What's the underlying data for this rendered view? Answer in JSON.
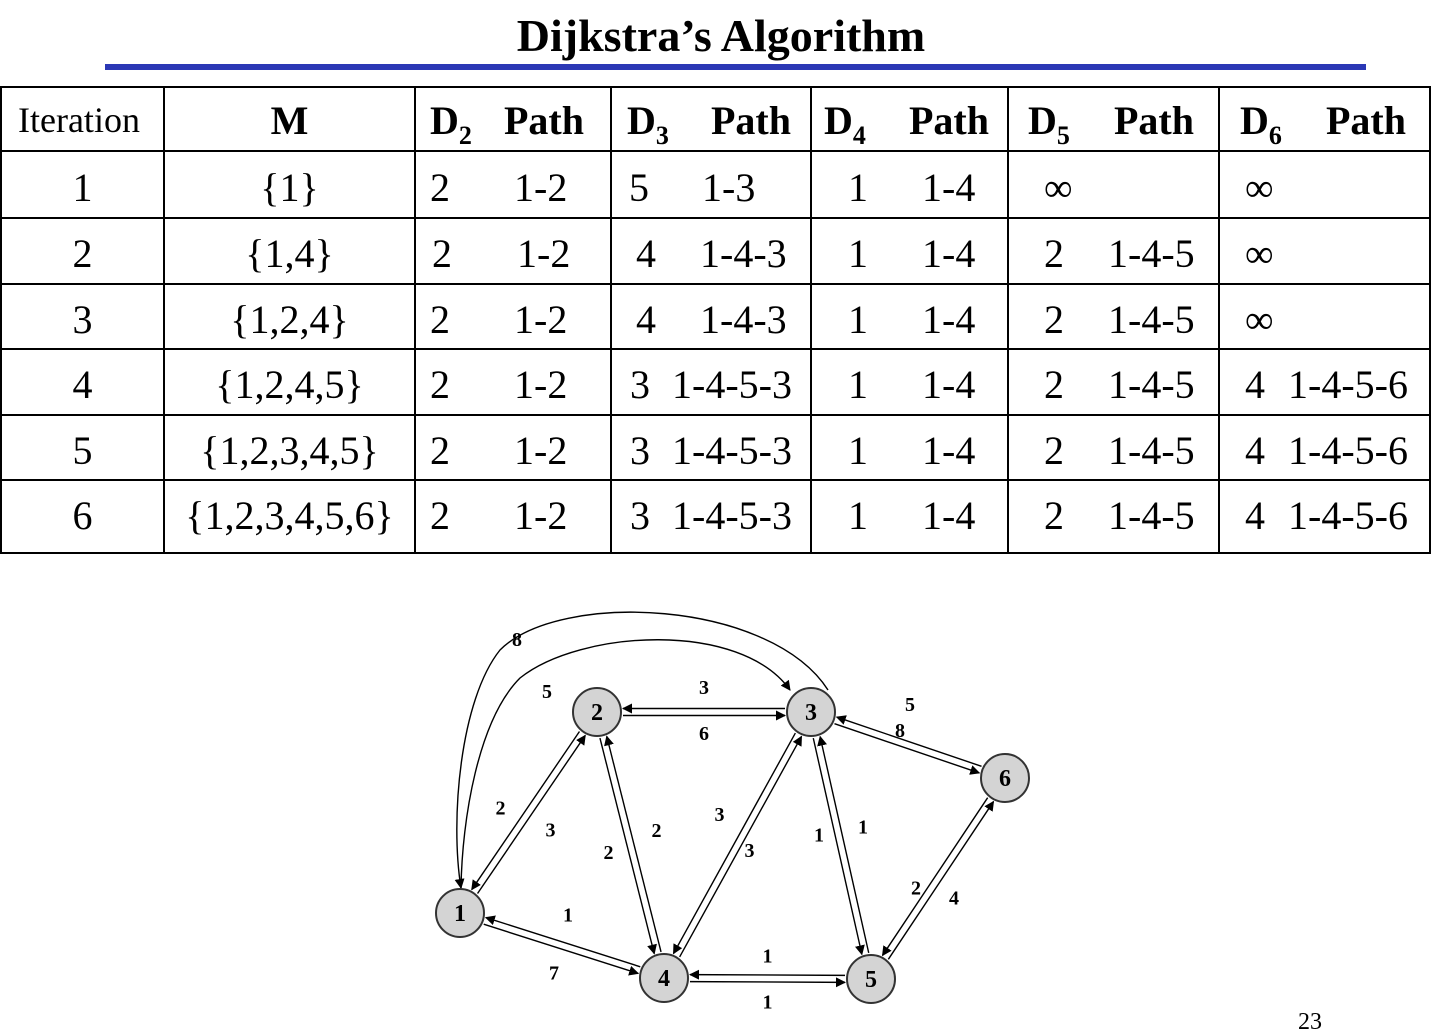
{
  "title": "Dijkstra’s Algorithm",
  "colors": {
    "title_rule": "#2b38b5",
    "node_fill": "#d4d4d4",
    "text": "#000000"
  },
  "table": {
    "headers": {
      "iteration": "Iteration",
      "m": "M",
      "d2": "D",
      "d2_sub": "2",
      "d3": "D",
      "d3_sub": "3",
      "d4": "D",
      "d4_sub": "4",
      "d5": "D",
      "d5_sub": "5",
      "d6": "D",
      "d6_sub": "6",
      "path": "Path"
    },
    "rows": [
      {
        "iter": "1",
        "m": "{1}",
        "d2": "2",
        "p2": "1-2",
        "d3": "5",
        "p3": "1-3",
        "d4": "1",
        "p4": "1-4",
        "d5": "∞",
        "p5": "",
        "d6": "∞",
        "p6": ""
      },
      {
        "iter": "2",
        "m": "{1,4}",
        "d2": "2",
        "p2": "1-2",
        "d3": "4",
        "p3": "1-4-3",
        "d4": "1",
        "p4": "1-4",
        "d5": "2",
        "p5": "1-4-5",
        "d6": "∞",
        "p6": ""
      },
      {
        "iter": "3",
        "m": "{1,2,4}",
        "d2": "2",
        "p2": "1-2",
        "d3": "4",
        "p3": "1-4-3",
        "d4": "1",
        "p4": "1-4",
        "d5": "2",
        "p5": "1-4-5",
        "d6": "∞",
        "p6": ""
      },
      {
        "iter": "4",
        "m": "{1,2,4,5}",
        "d2": "2",
        "p2": "1-2",
        "d3": "3",
        "p3": "1-4-5-3",
        "d4": "1",
        "p4": "1-4",
        "d5": "2",
        "p5": "1-4-5",
        "d6": "4",
        "p6": "1-4-5-6"
      },
      {
        "iter": "5",
        "m": "{1,2,3,4,5}",
        "d2": "2",
        "p2": "1-2",
        "d3": "3",
        "p3": "1-4-5-3",
        "d4": "1",
        "p4": "1-4",
        "d5": "2",
        "p5": "1-4-5",
        "d6": "4",
        "p6": "1-4-5-6"
      },
      {
        "iter": "6",
        "m": "{1,2,3,4,5,6}",
        "d2": "2",
        "p2": "1-2",
        "d3": "3",
        "p3": "1-4-5-3",
        "d4": "1",
        "p4": "1-4",
        "d5": "2",
        "p5": "1-4-5",
        "d6": "4",
        "p6": "1-4-5-6"
      }
    ]
  },
  "graph": {
    "nodes": [
      {
        "id": "1",
        "label": "1"
      },
      {
        "id": "2",
        "label": "2"
      },
      {
        "id": "3",
        "label": "3"
      },
      {
        "id": "4",
        "label": "4"
      },
      {
        "id": "5",
        "label": "5"
      },
      {
        "id": "6",
        "label": "6"
      }
    ],
    "edges": [
      {
        "from": "1",
        "to": "2",
        "weight": "2"
      },
      {
        "from": "2",
        "to": "1",
        "weight": "3"
      },
      {
        "from": "1",
        "to": "3",
        "weight": "5"
      },
      {
        "from": "3",
        "to": "1",
        "weight": "8"
      },
      {
        "from": "1",
        "to": "4",
        "weight": "1"
      },
      {
        "from": "4",
        "to": "1",
        "weight": "7"
      },
      {
        "from": "2",
        "to": "3",
        "weight": "3"
      },
      {
        "from": "3",
        "to": "2",
        "weight": "6"
      },
      {
        "from": "2",
        "to": "4",
        "weight": "2"
      },
      {
        "from": "4",
        "to": "2",
        "weight": "2"
      },
      {
        "from": "4",
        "to": "3",
        "weight": "3"
      },
      {
        "from": "3",
        "to": "4",
        "weight": "3"
      },
      {
        "from": "4",
        "to": "5",
        "weight": "1"
      },
      {
        "from": "5",
        "to": "4",
        "weight": "1"
      },
      {
        "from": "3",
        "to": "5",
        "weight": "1"
      },
      {
        "from": "5",
        "to": "3",
        "weight": "1"
      },
      {
        "from": "3",
        "to": "6",
        "weight": "5"
      },
      {
        "from": "6",
        "to": "3",
        "weight": "8"
      },
      {
        "from": "5",
        "to": "6",
        "weight": "2"
      },
      {
        "from": "6",
        "to": "5",
        "weight": "4"
      }
    ]
  },
  "page_number": "23"
}
